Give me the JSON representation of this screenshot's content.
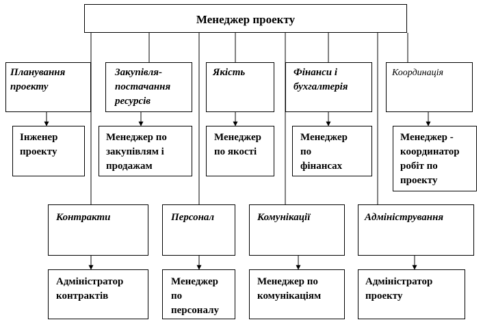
{
  "diagram": {
    "title": "Менеджер проекту",
    "departments": [
      {
        "id": "planning",
        "label": "Планування\nпроекту",
        "role": "Інженер\nпроекту"
      },
      {
        "id": "procurement",
        "label": "Закупівля-\nпостачання\nресурсів",
        "role": "Менеджер по\nзакупівлям і\nпродажам"
      },
      {
        "id": "quality",
        "label": "Якість",
        "role": "Менеджер\nпо якості"
      },
      {
        "id": "finance",
        "label": "Фінанси і\nбухгалтерія",
        "role": "Менеджер\nпо\nфінансах"
      },
      {
        "id": "coordination",
        "label": "Координація",
        "role": "Менеджер -\nкоординатор\nробіт по\nпроекту"
      },
      {
        "id": "contracts",
        "label": "Контракти",
        "role": "Адміністратор\nконтрактів"
      },
      {
        "id": "personnel",
        "label": "Персонал",
        "role": "Менеджер\nпо\nперсоналу"
      },
      {
        "id": "communications",
        "label": "Комунікації",
        "role": "Менеджер по\nкомунікаціям"
      },
      {
        "id": "administration",
        "label": "Адміністрування",
        "role": "Адміністратор\nпроекту"
      }
    ]
  }
}
